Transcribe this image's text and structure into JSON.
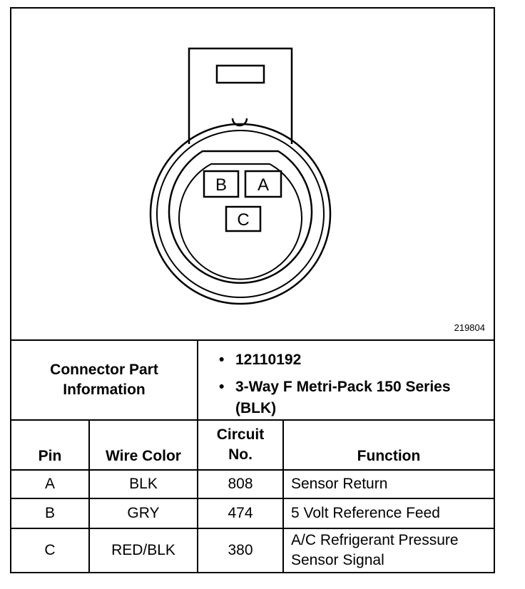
{
  "figure_id": "219804",
  "connector": {
    "cavities": [
      "B",
      "A",
      "C"
    ]
  },
  "part_info": {
    "label": "Connector Part Information",
    "items": [
      "12110192",
      "3-Way F Metri-Pack 150 Series (BLK)"
    ]
  },
  "pin_table": {
    "headers": {
      "pin": "Pin",
      "wire_color": "Wire Color",
      "circuit": "Circuit No.",
      "function": "Function"
    },
    "rows": [
      {
        "pin": "A",
        "wire_color": "BLK",
        "circuit": "808",
        "function": "Sensor Return"
      },
      {
        "pin": "B",
        "wire_color": "GRY",
        "circuit": "474",
        "function": "5 Volt Reference Feed"
      },
      {
        "pin": "C",
        "wire_color": "RED/BLK",
        "circuit": "380",
        "function": "A/C Refrigerant Pressure Sensor Signal"
      }
    ]
  }
}
